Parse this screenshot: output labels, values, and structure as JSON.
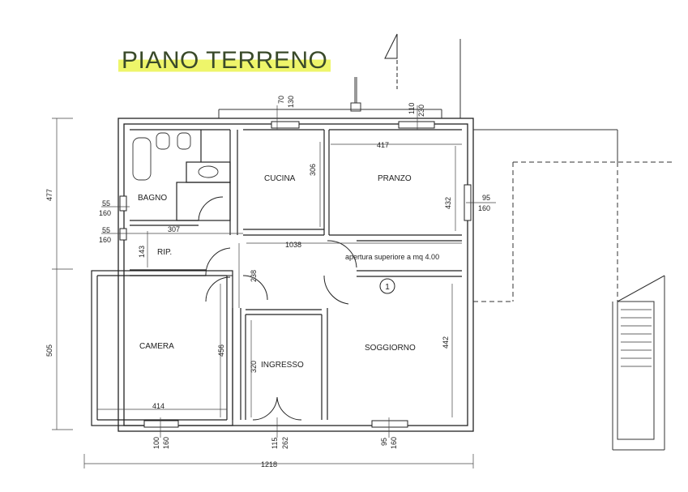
{
  "title": "PIANO TERRENO",
  "rooms": {
    "bagno": "BAGNO",
    "rip": "RIP.",
    "cucina": "CUCINA",
    "pranzo": "PRANZO",
    "camera": "CAMERA",
    "ingresso": "INGRESSO",
    "soggiorno": "SOGGIORNO"
  },
  "note": "apertura superiore a mq 4.00",
  "marker": "1",
  "dims": {
    "top_70": "70",
    "top_130": "130",
    "top_110": "110",
    "top_230": "230",
    "pranzo_417": "417",
    "cucina_306": "306",
    "pranzo_432": "432",
    "right_95": "95",
    "right_160": "160",
    "left_55a": "55",
    "left_160a": "160",
    "left_55b": "55",
    "left_160b": "160",
    "rip_307": "307",
    "rip_143": "143",
    "mid_1038": "1038",
    "mid_238": "238",
    "camera_456": "456",
    "camera_414": "414",
    "ingresso_320": "320",
    "soggiorno_442": "442",
    "bottom_100": "100",
    "bottom_160a": "160",
    "bottom_115": "115",
    "bottom_262": "262",
    "bottom_95": "95",
    "bottom_160b": "160",
    "total_1218": "1218",
    "side_477": "477",
    "side_505": "505"
  }
}
